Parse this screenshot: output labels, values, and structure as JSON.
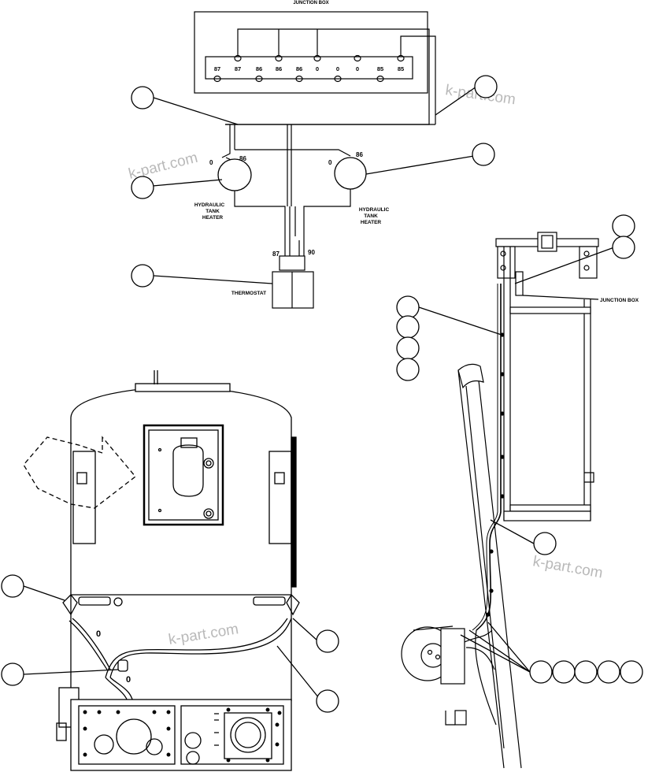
{
  "junction_box_top": {
    "title": "JUNCTION BOX",
    "terminal_labels": [
      "87",
      "87",
      "86",
      "86",
      "86",
      "0",
      "0",
      "0",
      "85",
      "85"
    ]
  },
  "heater_left": {
    "terminal_0": "0",
    "terminal_86": "86",
    "label_lines": [
      "HYDRAULIC",
      "TANK",
      "HEATER"
    ]
  },
  "heater_right": {
    "terminal_0": "0",
    "terminal_86": "86",
    "label_lines": [
      "HYDRAULIC",
      "TANK",
      "HEATER"
    ]
  },
  "thermostat": {
    "label": "THERMOSTAT",
    "terminal_87": "87",
    "terminal_90": "90"
  },
  "side_view": {
    "junction_box_label": "JUNCTION BOX"
  },
  "tank_view": {
    "drain_label_1": "0",
    "drain_label_2": "0"
  },
  "watermark": {
    "text": "k-part.com"
  },
  "colors": {
    "line": "#000000",
    "watermark": "#b9b9b9",
    "background": "#ffffff"
  }
}
